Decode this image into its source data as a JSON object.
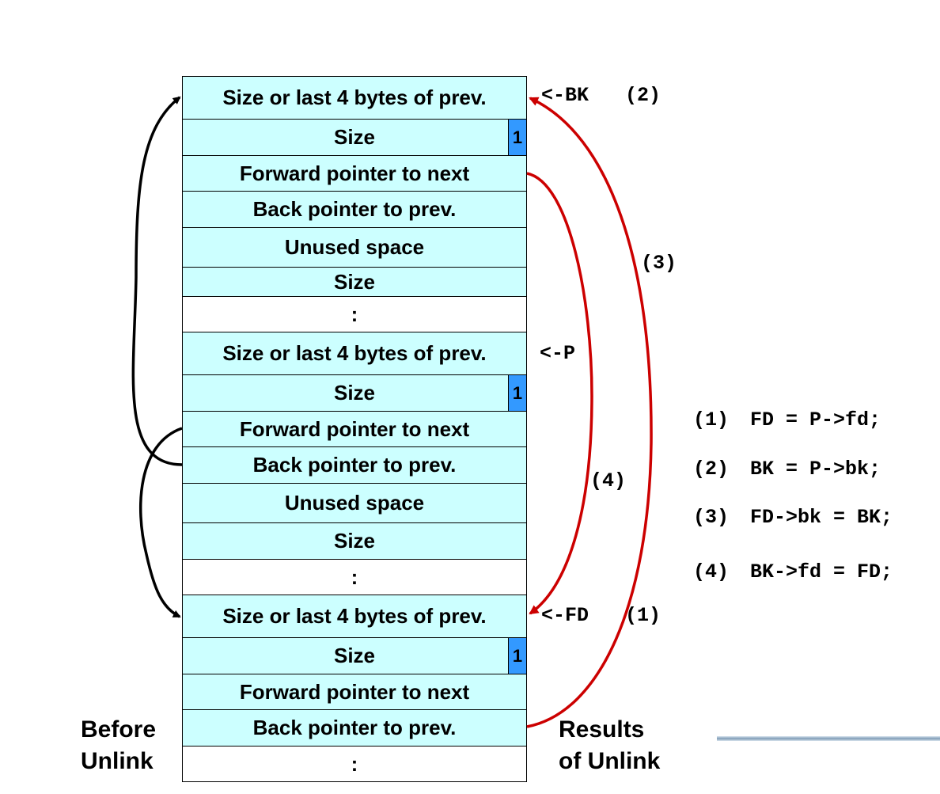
{
  "blocks": [
    {
      "label": "Size or last 4 bytes of prev.",
      "fill": "cyan"
    },
    {
      "label": "Size",
      "fill": "cyan",
      "flag": "1"
    },
    {
      "label": "Forward pointer to next",
      "fill": "cyan"
    },
    {
      "label": "Back pointer to prev.",
      "fill": "cyan"
    },
    {
      "label": "Unused space",
      "fill": "cyan"
    },
    {
      "label": "Size",
      "fill": "cyan"
    },
    {
      "label": ":",
      "fill": "white"
    },
    {
      "label": "Size or last 4 bytes of prev.",
      "fill": "cyan"
    },
    {
      "label": "Size",
      "fill": "cyan",
      "flag": "1"
    },
    {
      "label": "Forward pointer to next",
      "fill": "cyan"
    },
    {
      "label": "Back pointer to prev.",
      "fill": "cyan"
    },
    {
      "label": "Unused space",
      "fill": "cyan"
    },
    {
      "label": "Size",
      "fill": "cyan"
    },
    {
      "label": ":",
      "fill": "white"
    },
    {
      "label": "Size or last 4 bytes of prev.",
      "fill": "cyan"
    },
    {
      "label": "Size",
      "fill": "cyan",
      "flag": "1"
    },
    {
      "label": "Forward pointer to next",
      "fill": "cyan"
    },
    {
      "label": "Back pointer to prev.",
      "fill": "cyan"
    },
    {
      "label": ":",
      "fill": "white"
    }
  ],
  "pointers": {
    "bk": "<-BK",
    "bk_step": "(2)",
    "p": "<-P",
    "fd": "<-FD",
    "fd_step": "(1)"
  },
  "steps": {
    "three": "(3)",
    "four": "(4)"
  },
  "code": [
    {
      "num": "(1)",
      "stmt": "FD = P->fd;"
    },
    {
      "num": "(2)",
      "stmt": "BK = P->bk;"
    },
    {
      "num": "(3)",
      "stmt": "FD->bk = BK;"
    },
    {
      "num": "(4)",
      "stmt": "BK->fd = FD;"
    }
  ],
  "captions": {
    "before": [
      "Before",
      "Unlink"
    ],
    "after": [
      "Results",
      "of Unlink"
    ]
  },
  "colors": {
    "cell_fill": "#ccffff",
    "flag_fill": "#3399ff",
    "before_arrows": "#000000",
    "after_arrows": "#cc0000"
  }
}
